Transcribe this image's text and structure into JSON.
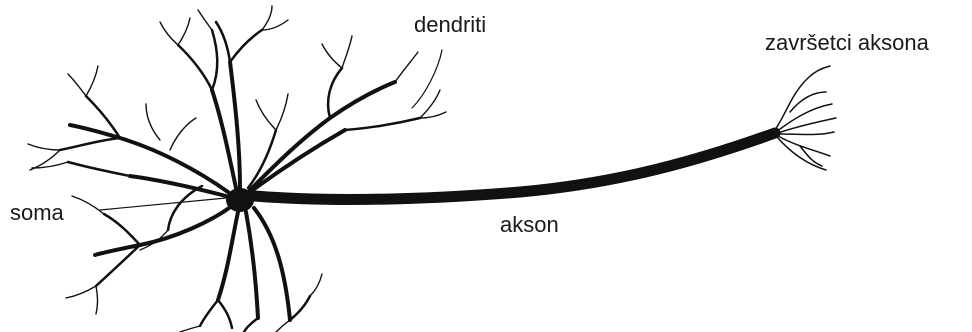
{
  "diagram": {
    "labels": {
      "dendrites": "dendriti",
      "axon_terminals": "završetci aksona",
      "soma": "soma",
      "axon": "akson"
    }
  }
}
